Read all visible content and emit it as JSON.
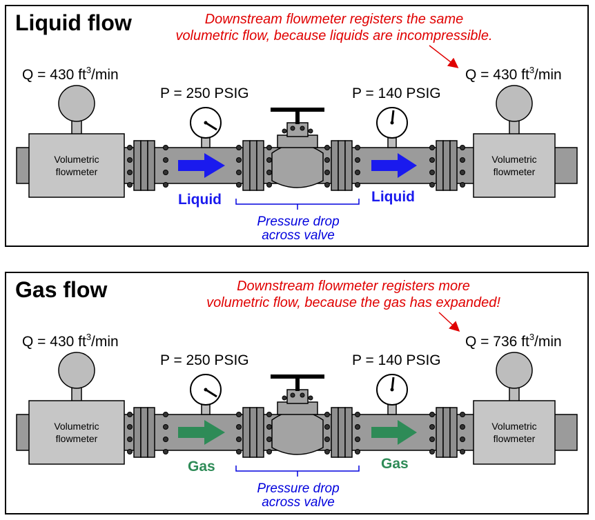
{
  "panels": [
    {
      "title": "Liquid flow",
      "note_line1": "Downstream flowmeter registers the same",
      "note_line2": "volumetric flow, because liquids are incompressible.",
      "q_left_prefix": "Q = 430 ft",
      "q_right_prefix": "Q = 430 ft",
      "q_exp": "3",
      "q_unit": "/min",
      "p_upstream": "P = 250 PSIG",
      "p_downstream": "P = 140 PSIG",
      "meter_label_line1": "Volumetric",
      "meter_label_line2": "flowmeter",
      "fluid_label": "Liquid",
      "drop_line1": "Pressure drop",
      "drop_line2": "across valve",
      "fluid_color": "#1a1aee"
    },
    {
      "title": "Gas flow",
      "note_line1": "Downstream flowmeter registers more",
      "note_line2": "volumetric flow, because the gas has expanded!",
      "q_left_prefix": "Q = 430 ft",
      "q_right_prefix": "Q = 736 ft",
      "q_exp": "3",
      "q_unit": "/min",
      "p_upstream": "P = 250 PSIG",
      "p_downstream": "P = 140 PSIG",
      "meter_label_line1": "Volumetric",
      "meter_label_line2": "flowmeter",
      "fluid_label": "Gas",
      "drop_line1": "Pressure drop",
      "drop_line2": "across valve",
      "fluid_color": "#2e8b57"
    }
  ],
  "colors": {
    "note_red": "#e00000",
    "drop_blue": "#0000dd",
    "pipe_gray": "#9b9b9b"
  }
}
